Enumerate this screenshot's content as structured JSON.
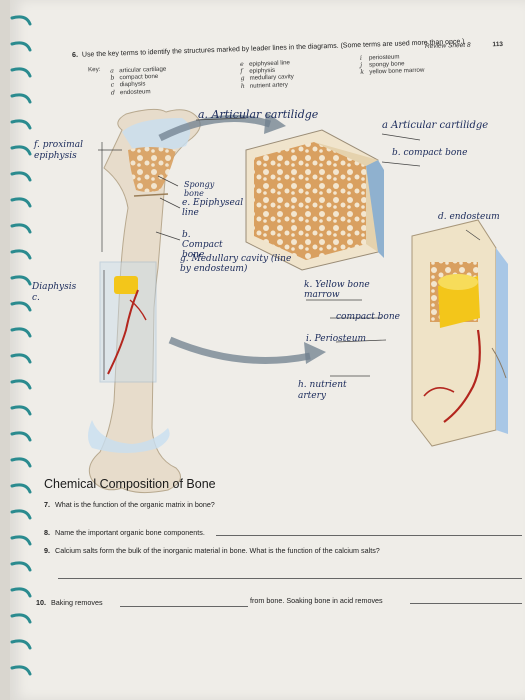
{
  "header": {
    "title": "Review Sheet 8",
    "page": "113"
  },
  "question6": {
    "number": "6.",
    "prompt": "Use the key terms to identify the structures marked by leader lines in the diagrams. (Some terms are used more than once.)",
    "key_label": "Key:",
    "key_col1": [
      {
        "mark": "a",
        "term": "articular cartilage"
      },
      {
        "mark": "b",
        "term": "compact bone"
      },
      {
        "mark": "c",
        "term": "diaphysis"
      },
      {
        "mark": "d",
        "term": "endosteum"
      }
    ],
    "key_col2": [
      {
        "mark": "e",
        "term": "epiphyseal line"
      },
      {
        "mark": "f",
        "term": "epiphysis"
      },
      {
        "mark": "g",
        "term": "medullary cavity"
      },
      {
        "mark": "h",
        "term": "nutrient artery"
      }
    ],
    "key_col3": [
      {
        "mark": "i",
        "term": "periosteum"
      },
      {
        "mark": "j",
        "term": "spongy bone"
      },
      {
        "mark": "k",
        "term": "yellow bone marrow"
      }
    ]
  },
  "handwriting": {
    "articular_cartilage_left": "a. Articular cartilidge",
    "proximal_epiphysis": "f. proximal epiphysis",
    "spongy_bone": "Spongy bone",
    "epiphyseal_line": "e. Epiphyseal line",
    "compact_bone_mid": "b. Compact bone",
    "medullary_cavity": "g. Medullary cavity (line by endosteum)",
    "diaphysis": "Diaphysis c.",
    "yellow_bone_marrow": "k. Yellow bone marrow",
    "compact_bone_lower": "compact bone",
    "periosteum": "i. Periosteum",
    "nutrient_artery": "h. nutrient artery",
    "articular_cartilage_right": "a Articular cartilidge",
    "compact_bone_right": "b. compact bone",
    "endosteum": "d. endosteum"
  },
  "chemical": {
    "title": "Chemical Composition of Bone",
    "q7": {
      "number": "7.",
      "text": "What is the function of the organic matrix in bone?"
    },
    "q8": {
      "number": "8.",
      "text": "Name the important organic bone components."
    },
    "q9": {
      "number": "9.",
      "text": "Calcium salts form the bulk of the inorganic material in bone. What is the function of the calcium salts?"
    },
    "q10": {
      "number": "10.",
      "text_a": "Baking removes",
      "text_b": "from bone. Soaking bone in acid removes"
    }
  },
  "colors": {
    "ink": "#1a2a5a",
    "bone": "#e7dccb",
    "spongy": "#d9a060",
    "marrow": "#f3c61a",
    "artery": "#b3261e",
    "periosteum": "#a8c7e6"
  }
}
